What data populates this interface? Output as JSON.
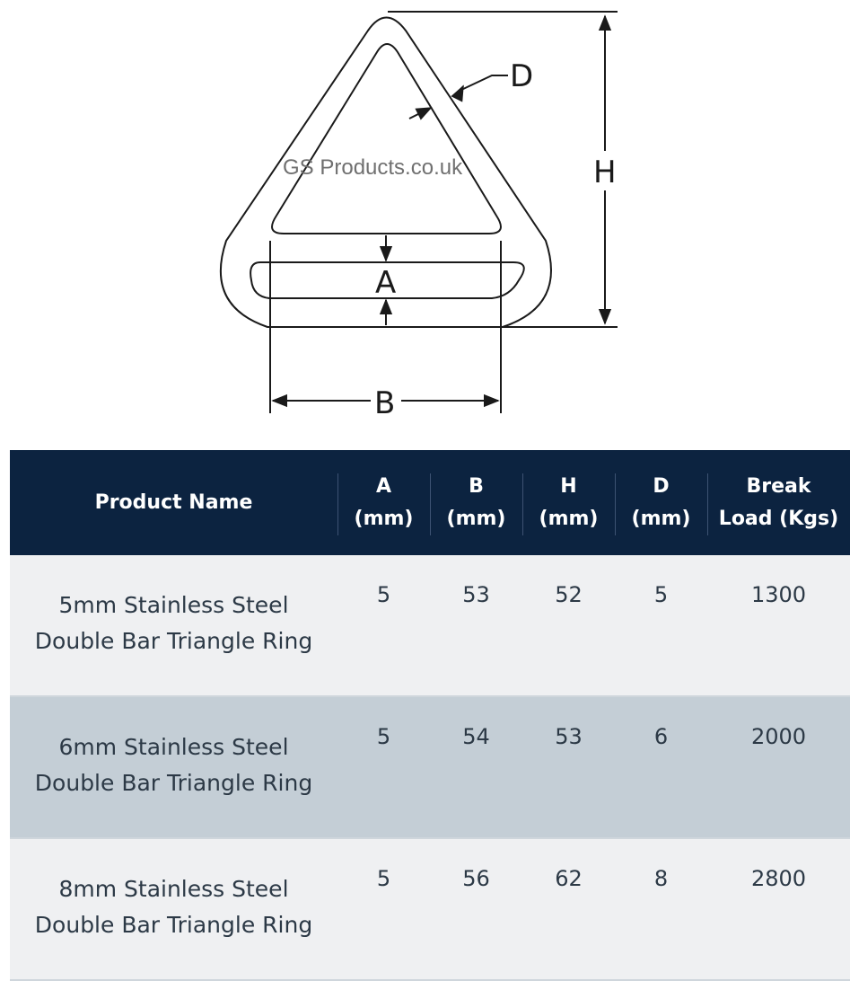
{
  "diagram": {
    "labels": {
      "D": "D",
      "H": "H",
      "A": "A",
      "B": "B"
    },
    "watermark": "GS Products.co.uk"
  },
  "table": {
    "headers": [
      {
        "line1": "Product Name",
        "line2": ""
      },
      {
        "line1": "A",
        "line2": "(mm)"
      },
      {
        "line1": "B",
        "line2": "(mm)"
      },
      {
        "line1": "H",
        "line2": "(mm)"
      },
      {
        "line1": "D",
        "line2": "(mm)"
      },
      {
        "line1": "Break",
        "line2": "Load (Kgs)"
      }
    ],
    "rows": [
      {
        "name_line1": "5mm Stainless Steel",
        "name_line2": "Double Bar Triangle Ring",
        "a": "5",
        "b": "53",
        "h": "52",
        "d": "5",
        "load": "1300"
      },
      {
        "name_line1": "6mm Stainless Steel",
        "name_line2": "Double Bar Triangle Ring",
        "a": "5",
        "b": "54",
        "h": "53",
        "d": "6",
        "load": "2000"
      },
      {
        "name_line1": "8mm Stainless Steel",
        "name_line2": "Double Bar Triangle Ring",
        "a": "5",
        "b": "56",
        "h": "62",
        "d": "8",
        "load": "2800"
      }
    ]
  },
  "colors": {
    "header_bg": "#0c2340",
    "row_light": "#eff0f2",
    "row_dark": "#c4ced6",
    "text": "#2c3946"
  }
}
